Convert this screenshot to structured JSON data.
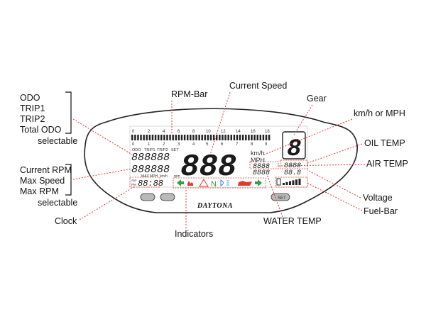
{
  "labels": {
    "odo": "ODO",
    "trip1": "TRIP1",
    "trip2": "TRIP2",
    "total_odo": "Total ODO",
    "selectable_top": "selectable",
    "current_rpm": "Current RPM",
    "max_speed": "Max Speed",
    "max_rpm": "Max RPM",
    "selectable_bottom": "selectable",
    "clock": "Clock",
    "rpm_bar": "RPM-Bar",
    "current_speed": "Current Speed",
    "gear": "Gear",
    "kmh_or_mph": "km/h or MPH",
    "oil_temp": "OIL TEMP",
    "air_temp": "AIR TEMP",
    "voltage": "Voltage",
    "fuel_bar": "Fuel-Bar",
    "water_temp": "WATER TEMP",
    "indicators": "Indicators"
  },
  "display": {
    "brand": "DAYTONA",
    "set_button": "SET",
    "rpm_scale": [
      "0",
      "2",
      "4",
      "6",
      "8",
      "10",
      "12",
      "14",
      "16",
      "18"
    ],
    "rpm_scale_lower": [
      "0",
      "1",
      "2",
      "3",
      "4",
      "5",
      "6",
      "7",
      "8",
      "9"
    ],
    "odo_header": [
      "ODO",
      "TRIP1",
      "TRIP2",
      "SET"
    ],
    "odo_digits": "888888",
    "rpm_digits": "888888",
    "speed_digits": "888",
    "unit_kmh": "km/h",
    "unit_mph": "MPH",
    "max_row": [
      "MAX",
      "MPH",
      "km/h",
      "rpm"
    ],
    "oil_digits": "8888",
    "air_digits": "8888",
    "water_digits": "8888",
    "volt_digits": "88.8",
    "clock_prefix_am": "AM",
    "clock_prefix_pm": "PM",
    "clock_digits": "88:88",
    "gear_digit": "8",
    "indicator_n": "N",
    "colors": {
      "callout": "#e8322b",
      "indicator_green": "#2ea043",
      "indicator_red": "#e23b2e",
      "indicator_blue": "#3a7bd5",
      "indicator_orange": "#f29c1f",
      "warning_yellow": "#e2b13a"
    }
  }
}
